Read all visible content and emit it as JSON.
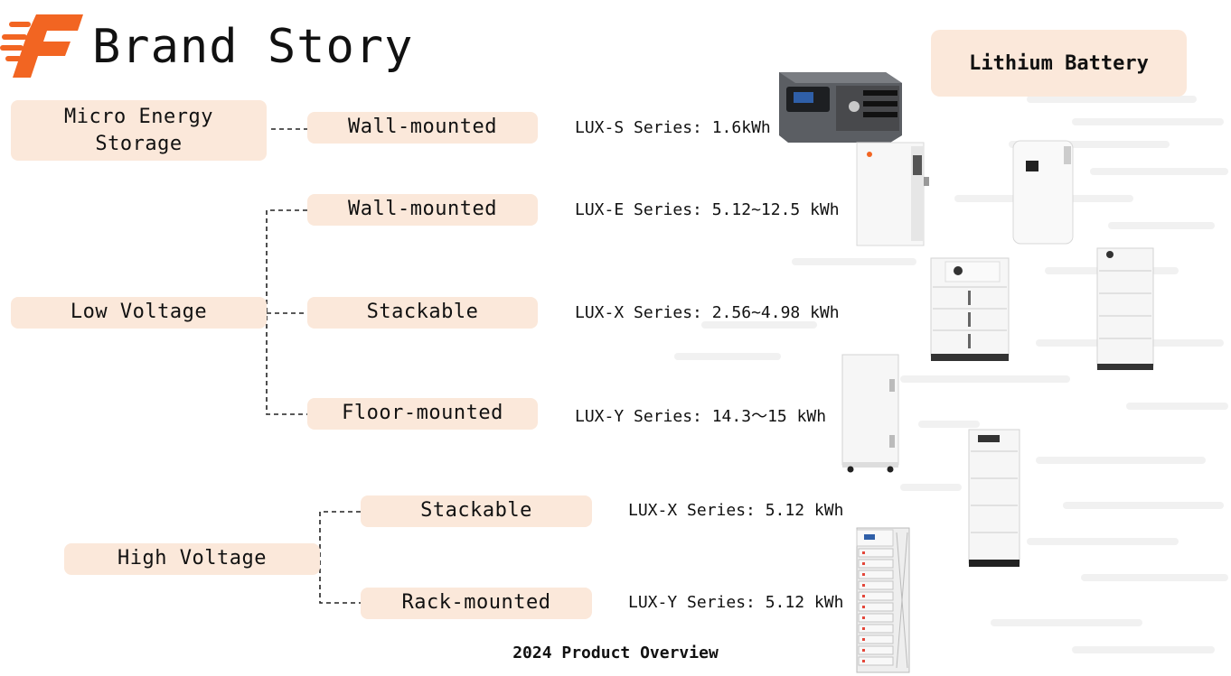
{
  "header": {
    "title": "Brand Story"
  },
  "badge": {
    "label": "Lithium Battery"
  },
  "categories": {
    "micro": "Micro Energy\nStorage",
    "low": "Low Voltage",
    "high": "High Voltage"
  },
  "mounts": {
    "m1": "Wall-mounted",
    "m2": "Wall-mounted",
    "m3": "Stackable",
    "m4": "Floor-mounted",
    "m5": "Stackable",
    "m6": "Rack-mounted"
  },
  "series": {
    "s1": "LUX-S Series: 1.6kWh",
    "s2": "LUX-E Series: 5.12~12.5 kWh",
    "s3": "LUX-X Series: 2.56~4.98 kWh",
    "s4": "LUX-Y Series: 14.3～15 kWh",
    "s5": "LUX-X Series: 5.12 kWh",
    "s6": "LUX-Y Series: 5.12 kWh"
  },
  "footer": {
    "caption": "2024 Product Overview"
  },
  "colors": {
    "accent": "#f26522",
    "pill": "#fbe8da",
    "text": "#111111"
  }
}
